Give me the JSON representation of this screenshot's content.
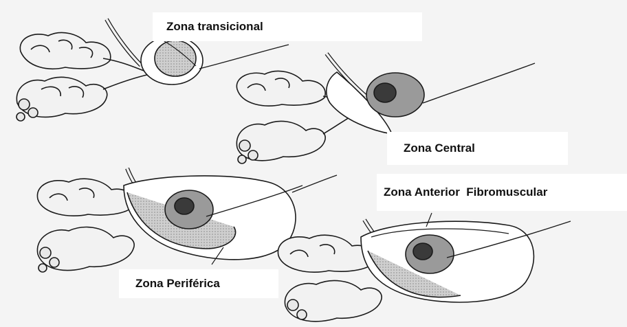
{
  "labels": {
    "transicional": "Zona transicional",
    "central": "Zona Central",
    "anterior": "Zona Anterior  Fibromuscular",
    "periferica": "Zona Periférica"
  },
  "colors": {
    "background": "#f4f4f4",
    "outline": "#1a1a1a",
    "zone_fill": "#9a9a9a",
    "dark_zone": "#3a3a3a"
  }
}
